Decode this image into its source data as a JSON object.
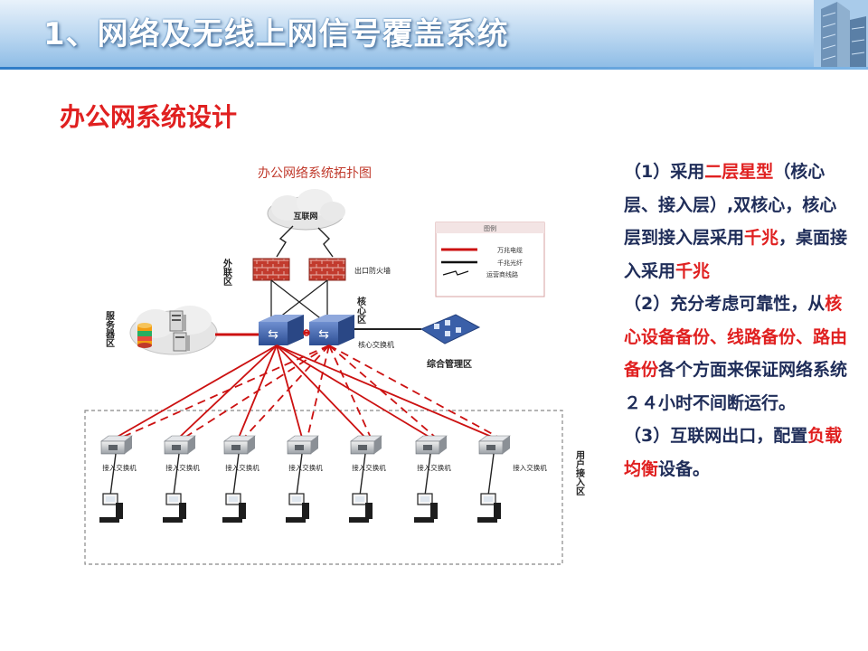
{
  "header": {
    "title": "1、网络及无线上网信号覆盖系统"
  },
  "subtitle": "办公网系统设计",
  "diagram": {
    "title": "办公网络系统拓扑图",
    "internet_label": "互联网",
    "outer_zone_label": "外联区",
    "firewall_label": "出口防火墙",
    "core_zone_label": "核心区",
    "core_switch_label": "核心交换机",
    "server_zone_label": "服务器区",
    "mgmt_zone_label": "综合管理区",
    "user_zone_label": "用户接入区",
    "access_switch_label": "接入交换机",
    "legend": {
      "title": "图例",
      "items": [
        {
          "label": "万兆电缆",
          "color": "#cc1111"
        },
        {
          "label": "千兆光纤",
          "color": "#111111"
        },
        {
          "label": "运营商线路",
          "color": "#111111"
        }
      ]
    }
  },
  "description": {
    "paragraphs": [
      [
        {
          "text": "（1）采用"
        },
        {
          "text": "二层星型",
          "highlight": true
        },
        {
          "text": "（核心层、接入层）,双核心，核心层到接入层采用"
        },
        {
          "text": "千兆",
          "highlight": true
        },
        {
          "text": "，桌面接入采用"
        },
        {
          "text": "千兆",
          "highlight": true
        }
      ],
      [
        {
          "text": "（2）充分考虑可靠性，从"
        },
        {
          "text": "核心设备备份、线路备份、路由备份",
          "highlight": true
        },
        {
          "text": "各个方面来保证网络系统２４小时不间断运行。"
        }
      ],
      [
        {
          "text": "（3）互联网出口，配置"
        },
        {
          "text": "负载均衡",
          "highlight": true
        },
        {
          "text": "设备。"
        }
      ]
    ]
  },
  "colors": {
    "accent_red": "#e02020",
    "text_navy": "#1f2d59",
    "link_red": "#cc1111",
    "switch_blue": "#3a5fa8"
  }
}
